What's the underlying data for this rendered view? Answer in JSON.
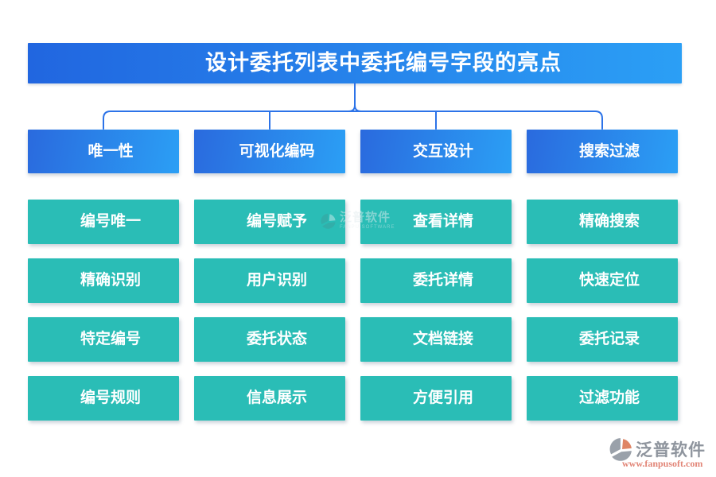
{
  "title": "设计委托列表中委托编号字段的亮点",
  "columns": [
    {
      "header": "唯一性",
      "items": [
        "编号唯一",
        "精确识别",
        "特定编号",
        "编号规则"
      ]
    },
    {
      "header": "可视化编码",
      "items": [
        "编号赋予",
        "用户识别",
        "委托状态",
        "信息展示"
      ]
    },
    {
      "header": "交互设计",
      "items": [
        "查看详情",
        "委托详情",
        "文档链接",
        "方便引用"
      ]
    },
    {
      "header": "搜索过滤",
      "items": [
        "精确搜索",
        "快速定位",
        "委托记录",
        "过滤功能"
      ]
    }
  ],
  "watermark": {
    "name": "泛普软件",
    "caption": "FANPU SOFTWARE"
  },
  "brand": {
    "name": "泛普软件",
    "url": "www.fanpusoft.com"
  },
  "colors": {
    "title_gradient_start": "#2166e0",
    "title_gradient_end": "#2b9ff5",
    "header_gradient_start": "#2a6ade",
    "header_gradient_end": "#2b9ff5",
    "node_teal": "#2abdb6",
    "connector_blue": "#2c73e8",
    "brand_gray": "#8e949d",
    "brand_orange": "#df8565",
    "brand_url_salmon": "#e28577"
  }
}
